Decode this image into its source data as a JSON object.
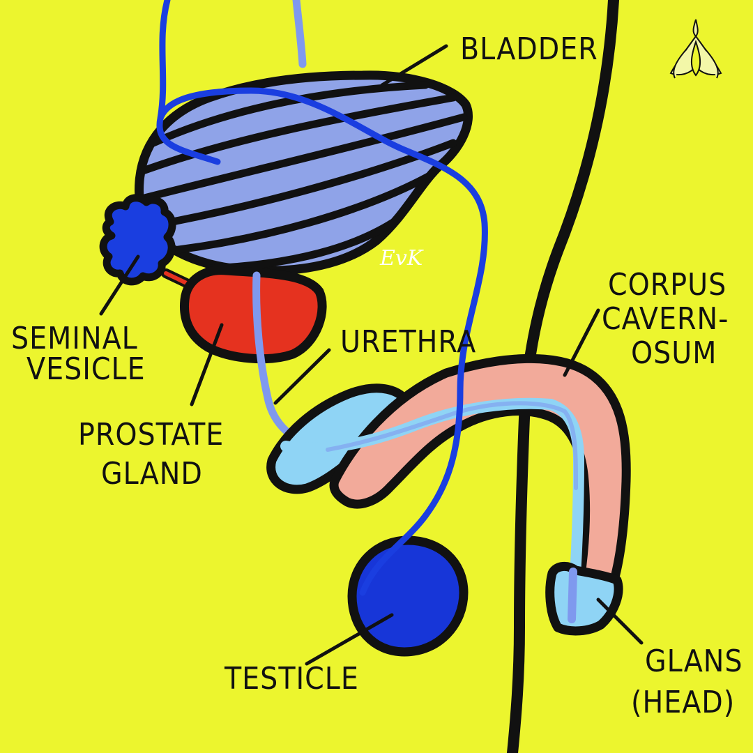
{
  "colors": {
    "background": "#ecf52e",
    "outline": "#111111",
    "bladder": "#8fa3e8",
    "seminal_vesicle": "#1a3ee0",
    "prostate": "#e5321f",
    "testicle": "#1736d8",
    "corpus": "#f2aa9a",
    "glans": "#8fd4f5",
    "spongiosum": "#8fd4f5",
    "vas_deferens": "#1a3ee0",
    "urethra": "#7f99ee"
  },
  "icons": {
    "logo": "flower-logo-icon"
  },
  "labels": {
    "bladder": "BLADDER",
    "seminal_vesicle_1": "SEMINAL",
    "seminal_vesicle_2": "VESICLE",
    "prostate_1": "PROSTATE",
    "prostate_2": "GLAND",
    "urethra": "URETHRA",
    "corpus_1": "CORPUS",
    "corpus_2": "CAVERN-",
    "corpus_3": "OSUM",
    "testicle": "TESTICLE",
    "glans_1": "GLANS",
    "glans_2": "(HEAD)"
  },
  "signature": "EvK"
}
